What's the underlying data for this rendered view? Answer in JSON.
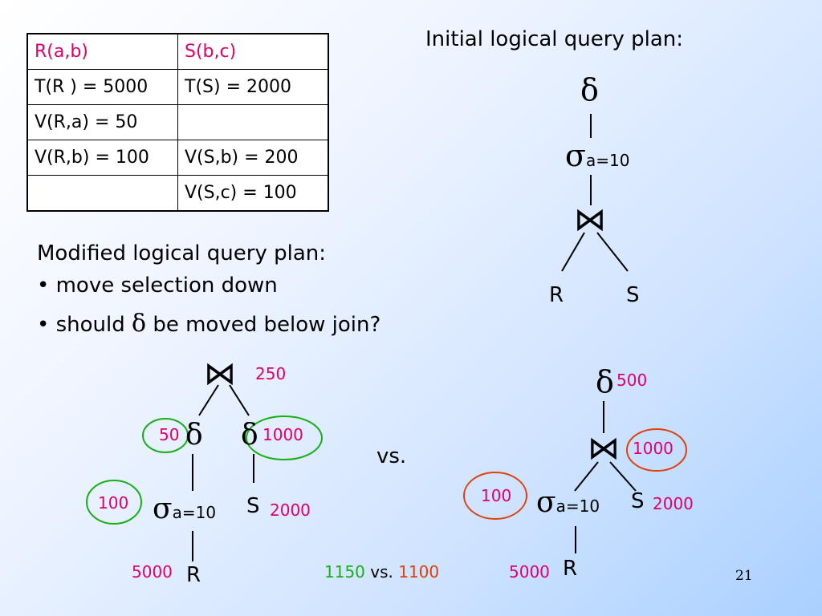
{
  "table": {
    "rows": [
      [
        "R(a,b)",
        "S(b,c)"
      ],
      [
        "T(R ) = 5000",
        "T(S) = 2000"
      ],
      [
        "V(R,a) = 50",
        ""
      ],
      [
        "V(R,b) = 100",
        "V(S,b) = 200"
      ],
      [
        "",
        "V(S,c) = 100"
      ]
    ]
  },
  "initial_plan": {
    "title": "Initial logical query plan:",
    "delta": "δ",
    "sigma": "σ",
    "sigma_sub": "a=10",
    "join": "⋈",
    "left_leaf": "R",
    "right_leaf": "S"
  },
  "modified": {
    "heading": "Modified logical query plan:",
    "bullet1": "• move selection down",
    "bullet2_prefix": "• should ",
    "bullet2_delta": "δ",
    "bullet2_suffix": " be moved below join?"
  },
  "left_tree": {
    "join": "⋈",
    "join_size": "250",
    "delta_left": "δ",
    "delta_left_size": "50",
    "delta_right": "δ",
    "delta_right_size": "1000",
    "sigma": "σ",
    "sigma_sub": "a=10",
    "sigma_size": "100",
    "s_leaf": "S",
    "s_size": "2000",
    "r_leaf": "R",
    "r_size": "5000"
  },
  "vs_label": "vs.",
  "right_tree": {
    "delta": "δ",
    "delta_size": "500",
    "join": "⋈",
    "join_size": "1000",
    "sigma": "σ",
    "sigma_sub": "a=10",
    "sigma_size": "100",
    "s_leaf": "S",
    "s_size": "2000",
    "r_leaf": "R",
    "r_size": "5000"
  },
  "comparison": {
    "left_cost": "1150",
    "vs": " vs. ",
    "right_cost": "1100"
  },
  "page_number": "21",
  "colors": {
    "pink": "#e0006b",
    "green": "#16b016",
    "orange": "#e0400a"
  }
}
